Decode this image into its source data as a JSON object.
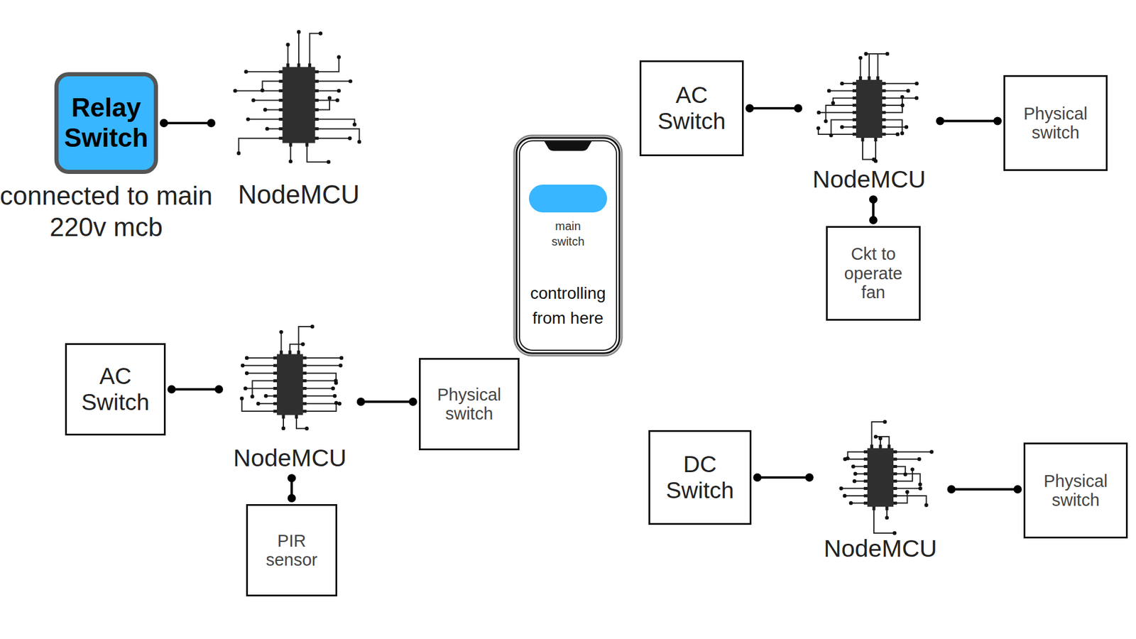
{
  "diagram": {
    "nodes": [
      {
        "text": [
          "Relay Switch",
          "connected to main 220v mcb"
        ]
      },
      {
        "text": [
          "NodeMCU"
        ]
      },
      {
        "text": [
          "main switch",
          "controlling from here"
        ]
      },
      {
        "text": [
          "AC Switch"
        ]
      },
      {
        "text": [
          "NodeMCU"
        ]
      },
      {
        "text": [
          "Physical switch"
        ]
      },
      {
        "text": [
          "Ckt to operate fan"
        ]
      },
      {
        "text": [
          "AC Switch"
        ]
      },
      {
        "text": [
          "NodeMCU"
        ]
      },
      {
        "text": [
          "Physical switch"
        ]
      },
      {
        "text": [
          "PIR sensor"
        ]
      },
      {
        "text": [
          "DC Switch"
        ]
      },
      {
        "text": [
          "NodeMCU"
        ]
      },
      {
        "text": [
          "Physical switch"
        ]
      }
    ],
    "edges": [
      {
        "from": 0,
        "to": 1,
        "arrow": "none"
      },
      {
        "from": 3,
        "to": 4,
        "arrow": "none"
      },
      {
        "from": 4,
        "to": 5,
        "arrow": "none"
      },
      {
        "from": 4,
        "to": 6,
        "arrow": "none"
      },
      {
        "from": 7,
        "to": 8,
        "arrow": "none"
      },
      {
        "from": 8,
        "to": 9,
        "arrow": "none"
      },
      {
        "from": 8,
        "to": 10,
        "arrow": "none"
      },
      {
        "from": 11,
        "to": 12,
        "arrow": "none"
      },
      {
        "from": 12,
        "to": 13,
        "arrow": "none"
      }
    ]
  }
}
